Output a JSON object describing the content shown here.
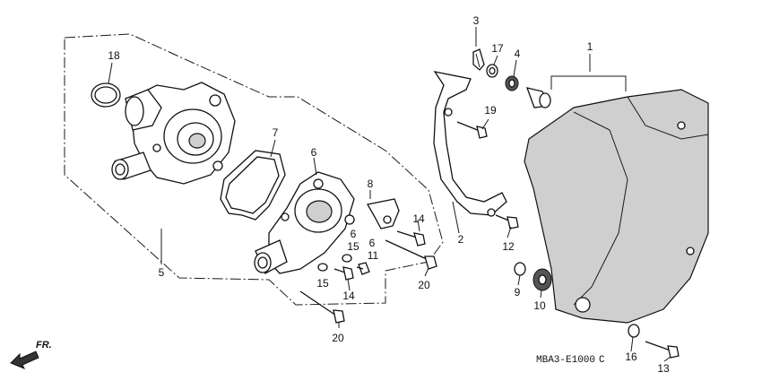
{
  "callouts": [
    "1",
    "2",
    "3",
    "4",
    "5",
    "6",
    "6",
    "6",
    "7",
    "8",
    "9",
    "10",
    "11",
    "12",
    "13",
    "14",
    "14",
    "15",
    "15",
    "16",
    "17",
    "18",
    "19",
    "20",
    "20"
  ],
  "direction_label": "FR.",
  "diagram_code": "MBA3-E1000",
  "diagram_suffix": "C"
}
